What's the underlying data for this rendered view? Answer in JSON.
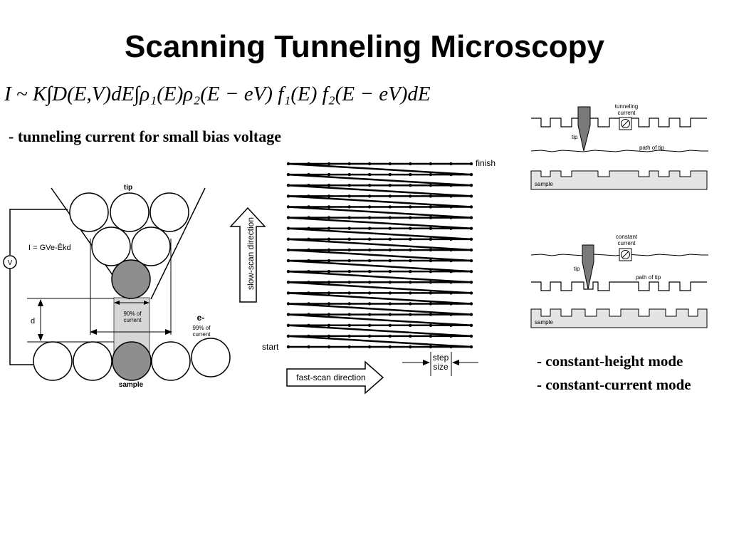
{
  "title": "Scanning Tunneling Microscopy",
  "formula": "I ~ K∫D(E,V)dE∫ρ₁(E)ρ₂(E − eV) f₁(E) f₂(E − eV)dE",
  "subtitle": "- tunneling current for small bias voltage",
  "tip_diagram": {
    "tip_label": "tip",
    "sample_label": "sample",
    "formula_label": "I = GVe-Êkd",
    "voltmeter_label": "V",
    "distance_label": "d",
    "pct90_line1": "90% of",
    "pct90_line2": "current",
    "electron_label": "e-",
    "pct99_line1": "99% of",
    "pct99_line2": "current"
  },
  "raster_diagram": {
    "finish_label": "finish",
    "start_label": "start",
    "slow_scan_label": "slow-scan direction",
    "fast_scan_label": "fast-scan direction",
    "step_line1": "step",
    "step_line2": "size"
  },
  "height_mode_diagram": {
    "tunneling_line1": "tunneling",
    "tunneling_line2": "current",
    "tip_label": "tip",
    "path_label": "path of tip",
    "sample_label": "sample"
  },
  "current_mode_diagram": {
    "constant_line1": "constant",
    "constant_line2": "current",
    "tip_label": "tip",
    "path_label": "path of tip",
    "sample_label": "sample"
  },
  "modes": {
    "height": "- constant-height mode",
    "current": "- constant-current mode"
  }
}
